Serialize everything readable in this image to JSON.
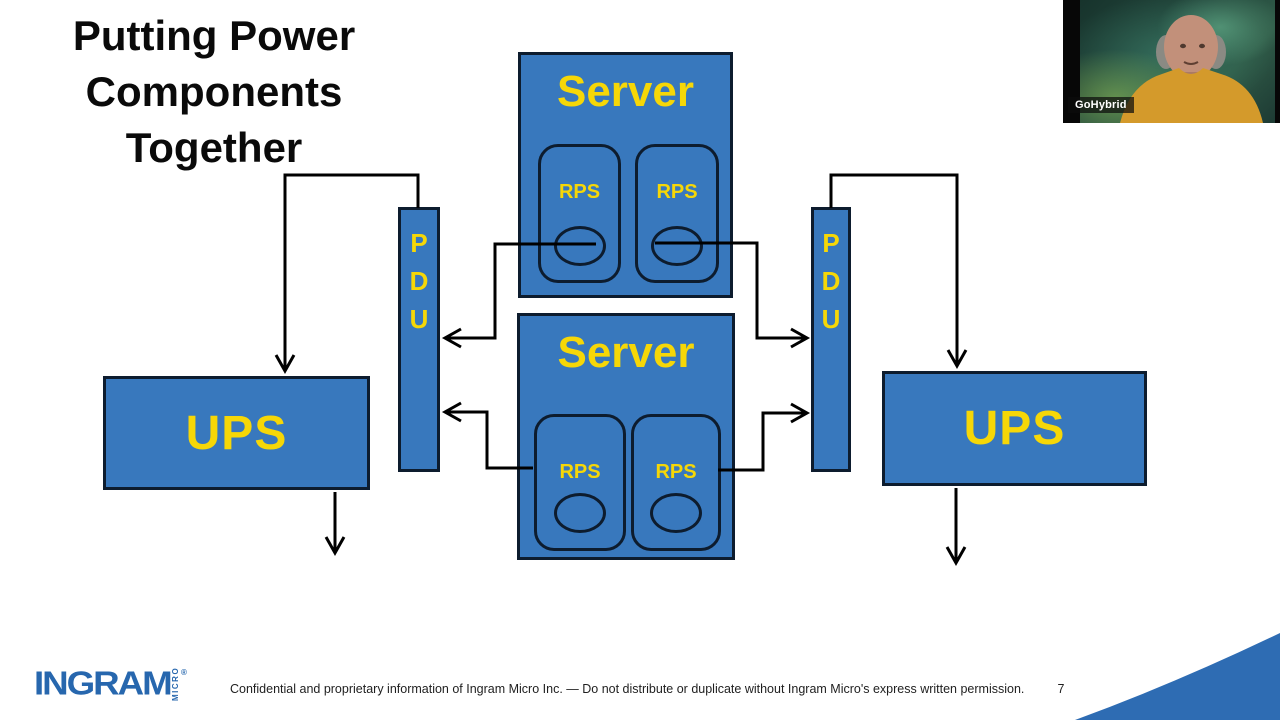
{
  "slide": {
    "title_lines": [
      "Putting Power",
      "Components",
      "Together"
    ],
    "footer": "Confidential and proprietary information of Ingram Micro Inc. — Do not distribute or duplicate without Ingram Micro's express written permission.",
    "page_number": "7"
  },
  "diagram": {
    "server_top": {
      "label": "Server",
      "rps_left": "RPS",
      "rps_right": "RPS"
    },
    "server_bottom": {
      "label": "Server",
      "rps_left": "RPS",
      "rps_right": "RPS"
    },
    "pdu_left": {
      "letters": [
        "P",
        "D",
        "U"
      ]
    },
    "pdu_right": {
      "letters": [
        "P",
        "D",
        "U"
      ]
    },
    "ups_left": {
      "label": "UPS"
    },
    "ups_right": {
      "label": "UPS"
    },
    "colors": {
      "box_fill": "#3878bd",
      "box_border": "#0d1c2e",
      "label_yellow": "#f6d707",
      "wire_black": "#000000"
    }
  },
  "webcam": {
    "name_label": "GoHybrid"
  },
  "branding": {
    "logo_text": "INGRAM",
    "logo_sub": "MICRO",
    "registered_mark": "®",
    "logo_color": "#2767ae",
    "swoosh_color": "#2e6cb3"
  }
}
